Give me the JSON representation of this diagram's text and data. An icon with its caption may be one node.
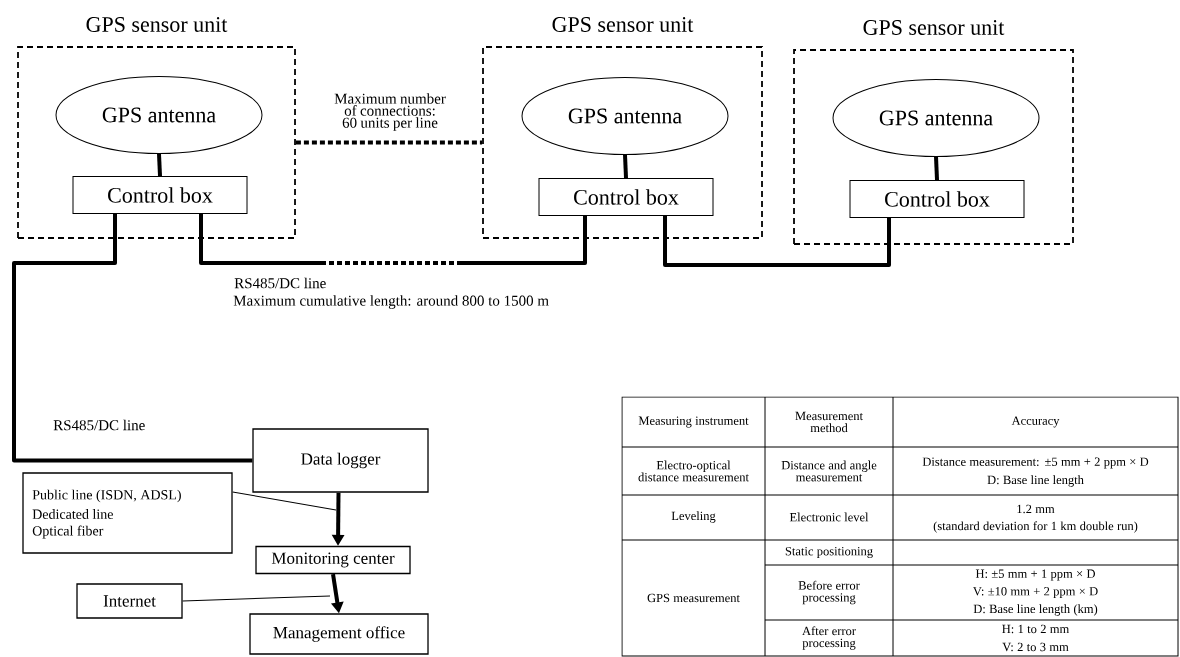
{
  "diagram": {
    "nodes": [
      {
        "text": [
          "GPS sensor unit"
        ]
      },
      {
        "text": [
          "GPS antenna"
        ],
        "in": 0
      },
      {
        "text": [
          "Control box"
        ],
        "in": 0
      },
      {
        "text": [
          "GPS sensor unit"
        ]
      },
      {
        "text": [
          "GPS antenna"
        ],
        "in": 3
      },
      {
        "text": [
          "Control box"
        ],
        "in": 3
      },
      {
        "text": [
          "GPS sensor unit"
        ]
      },
      {
        "text": [
          "GPS antenna"
        ],
        "in": 6
      },
      {
        "text": [
          "Control box"
        ],
        "in": 6
      },
      {
        "text": [
          "Data logger"
        ]
      },
      {
        "text": [
          "Public line (ISDN, ADSL)",
          "Dedicated line",
          "Optical fiber"
        ]
      },
      {
        "text": [
          "Monitoring center"
        ]
      },
      {
        "text": [
          "Internet"
        ]
      },
      {
        "text": [
          "Management office"
        ]
      }
    ],
    "edges": [
      {
        "from": 1,
        "to": 2,
        "arrow": "none"
      },
      {
        "from": 4,
        "to": 5,
        "arrow": "none"
      },
      {
        "from": 7,
        "to": 8,
        "arrow": "none"
      },
      {
        "from": 0,
        "to": 3,
        "arrow": "none",
        "style": "dashed",
        "label": "Maximum number of connections: 60 units per line"
      },
      {
        "from": 2,
        "to": 5,
        "arrow": "none",
        "style": "dashed",
        "label": "RS485/DC line"
      },
      {
        "from": 5,
        "to": 8,
        "arrow": "none"
      },
      {
        "from": 2,
        "to": 9,
        "arrow": "none",
        "label": "RS485/DC line"
      },
      {
        "from": 9,
        "to": 11,
        "arrow": "to"
      },
      {
        "from": 11,
        "to": 13,
        "arrow": "to"
      },
      {
        "from": 10,
        "to": null,
        "arrow": "none"
      },
      {
        "from": 12,
        "to": null,
        "arrow": "none"
      }
    ],
    "labels": [
      "Maximum cumulative length: around 800 to 1500 m",
      "Measuring instrument",
      "Measurement method",
      "Accuracy",
      "Electro-optical distance measurement",
      "Distance and angle measurement",
      "Distance measurement: ±5 mm + 2 ppm × D",
      "D: Base line length",
      "Leveling",
      "Electronic level",
      "1.2 mm",
      "(standard deviation for 1 km double run)",
      "GPS measurement",
      "Static positioning",
      "Before error processing",
      "H: ±5 mm + 1 ppm × D",
      "V: ±10 mm + 2 ppm × D",
      "D: Base line length (km)",
      "After error processing",
      "H: 1 to 2 mm",
      "V: 2 to 3 mm"
    ]
  }
}
